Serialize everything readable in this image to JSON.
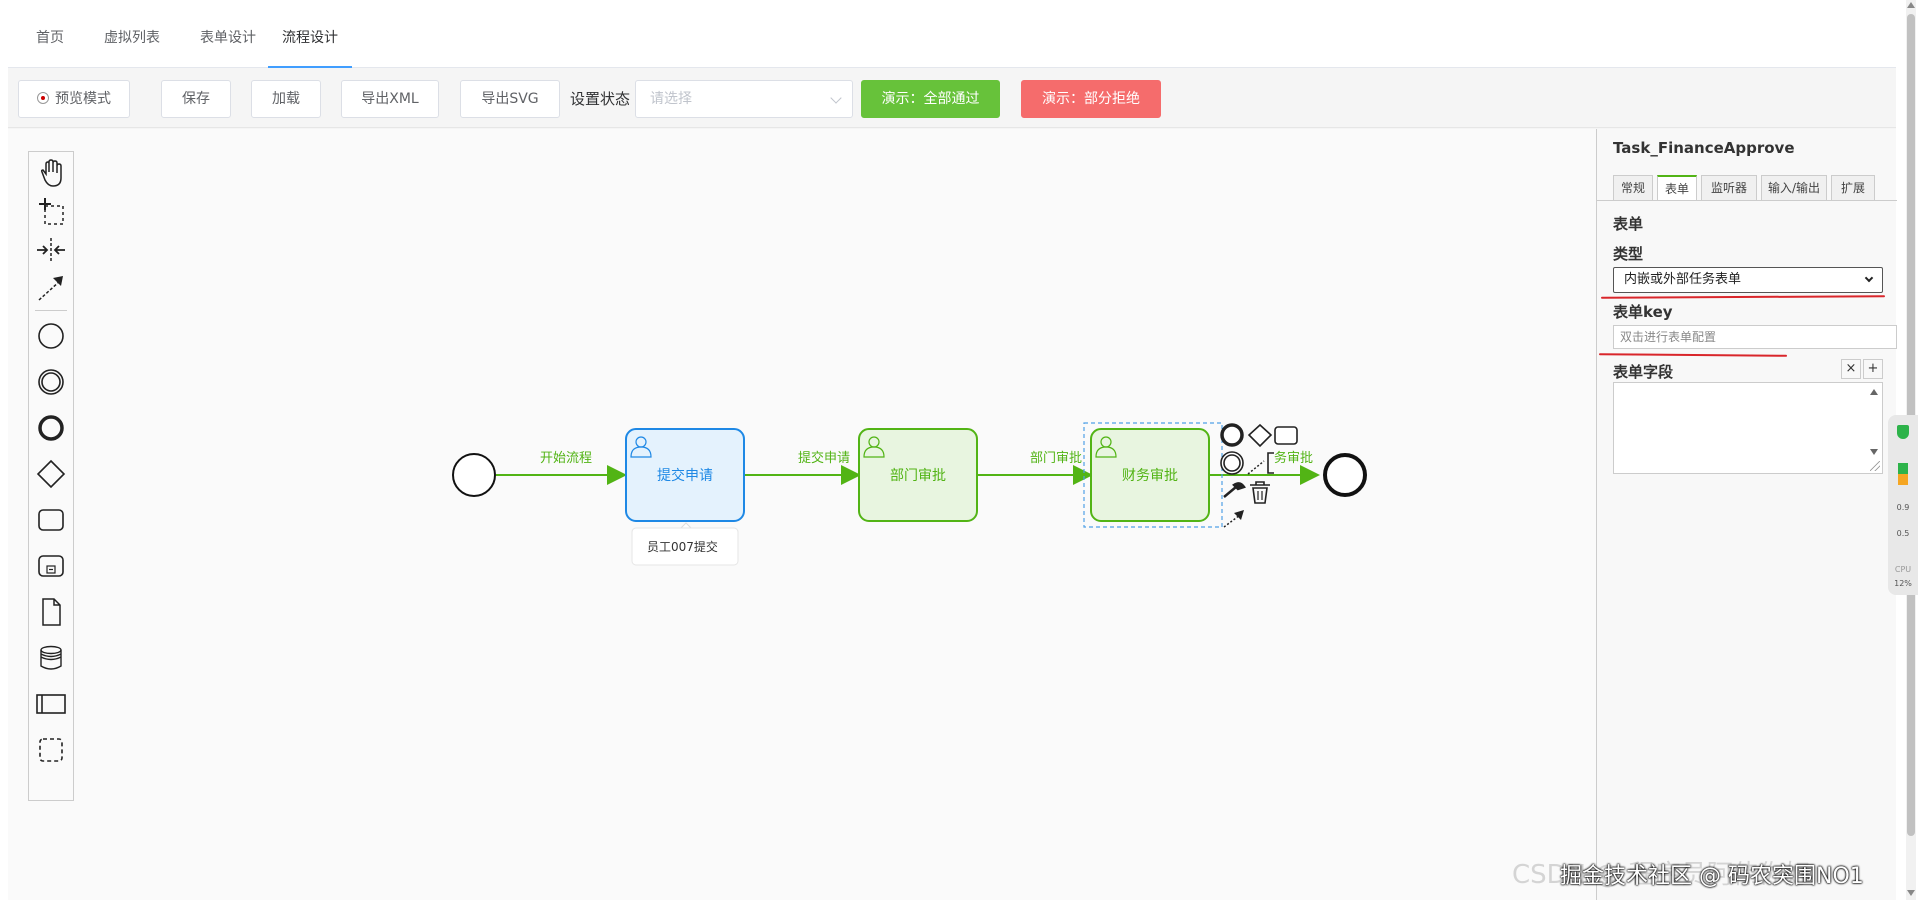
{
  "tabs": [
    {
      "label": "首页"
    },
    {
      "label": "虚拟列表"
    },
    {
      "label": "表单设计"
    },
    {
      "label": "流程设计"
    }
  ],
  "toolbar": {
    "preview_label": "预览模式",
    "save_label": "保存",
    "load_label": "加载",
    "export_xml_label": "导出XML",
    "export_svg_label": "导出SVG",
    "set_status_label": "设置状态",
    "status_placeholder": "请选择",
    "demo_pass_label": "演示：全部通过",
    "demo_reject_label": "演示：部分拒绝"
  },
  "diagram": {
    "flows": [
      {
        "label": "开始流程"
      },
      {
        "label": "提交申请"
      },
      {
        "label": "部门审批"
      },
      {
        "label": "务审批"
      }
    ],
    "tasks": [
      {
        "label": "提交申请"
      },
      {
        "label": "部门审批"
      },
      {
        "label": "财务审批"
      }
    ],
    "tooltip": "员工007提交",
    "colors": {
      "flow": "#52b415",
      "completed_stroke": "#52b415",
      "completed_fill": "#e8f5e0",
      "active_stroke": "#1e88e5",
      "active_fill": "#e4f2fd",
      "selection": "#4fa0e6"
    }
  },
  "panel": {
    "title": "Task_FinanceApprove",
    "tabs": [
      {
        "label": "常规"
      },
      {
        "label": "表单"
      },
      {
        "label": "监听器"
      },
      {
        "label": "输入/输出"
      },
      {
        "label": "扩展"
      }
    ],
    "form_section": "表单",
    "type_label": "类型",
    "type_value": "内嵌或外部任务表单",
    "key_label": "表单key",
    "key_placeholder": "双击进行表单配置",
    "fields_label": "表单字段",
    "remove_label": "×",
    "add_label": "+"
  },
  "widget": {
    "up": "0.9",
    "down": "0.5",
    "cpu_label": "CPU",
    "cpu": "12%"
  },
  "watermark": "CSDN @ 程序员阿伟你好",
  "watermark2": "掘金技术社区 @ 码农突围NO1"
}
